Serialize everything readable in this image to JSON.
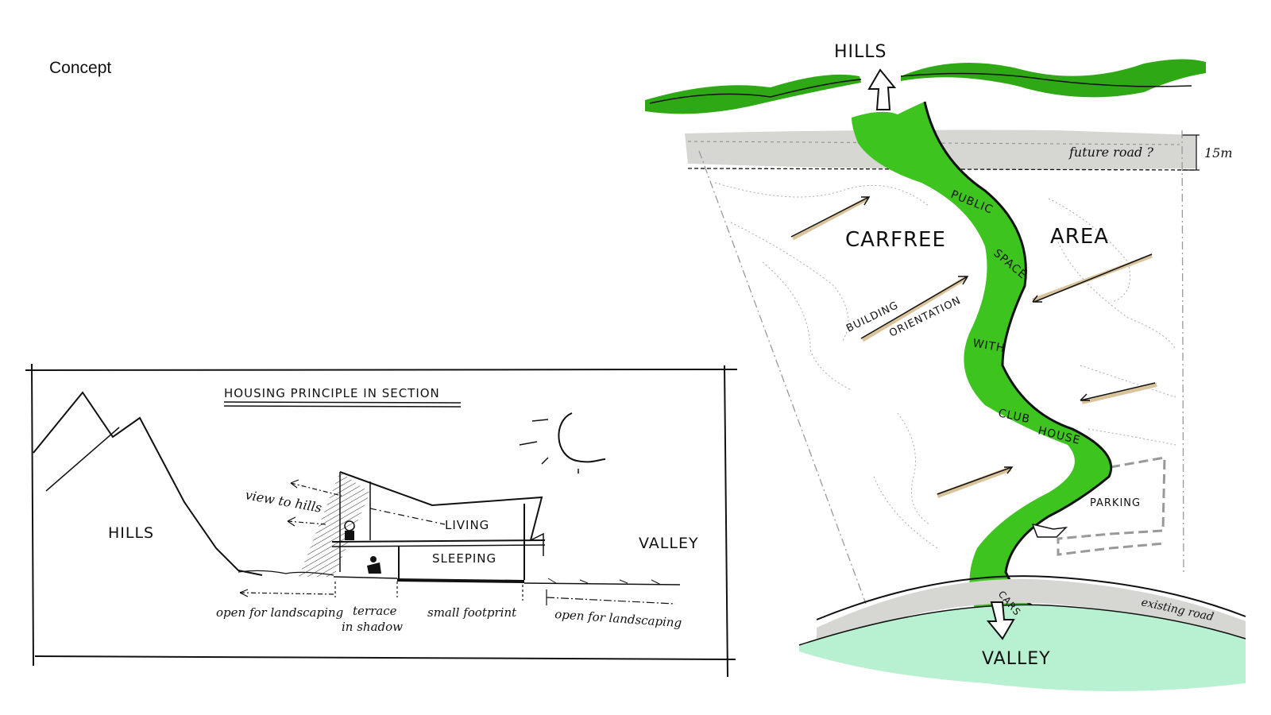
{
  "page": {
    "title": "Concept"
  },
  "section_sketch": {
    "heading": "HOUSING PRINCIPLE IN SECTION",
    "hills": "HILLS",
    "valley": "VALLEY",
    "view_label": "view to hills",
    "living": "LIVING",
    "sleeping": "SLEEPING",
    "open_left": "open for landscaping",
    "terrace_1": "terrace",
    "terrace_2": "in shadow",
    "footprint": "small footprint",
    "open_right": "open for landscaping"
  },
  "site_plan": {
    "hills": "HILLS",
    "valley": "VALLEY",
    "future_road": "future road ?",
    "width_label": "15m",
    "carfree": "CARFREE",
    "area": "AREA",
    "public": "PUBLIC",
    "space": "SPACE",
    "with": "WITH",
    "club": "CLUB",
    "house": "HOUSE",
    "building": "BUILDING",
    "orientation": "ORIENTATION",
    "parking": "PARKING",
    "cars": "CARS",
    "existing_road": "existing road",
    "colors": {
      "green": "#3ec41f",
      "dark_green": "#2fa815",
      "mint": "#b8f0d2",
      "road_gray": "#d6d6d2",
      "tan": "#d9c39a"
    }
  }
}
